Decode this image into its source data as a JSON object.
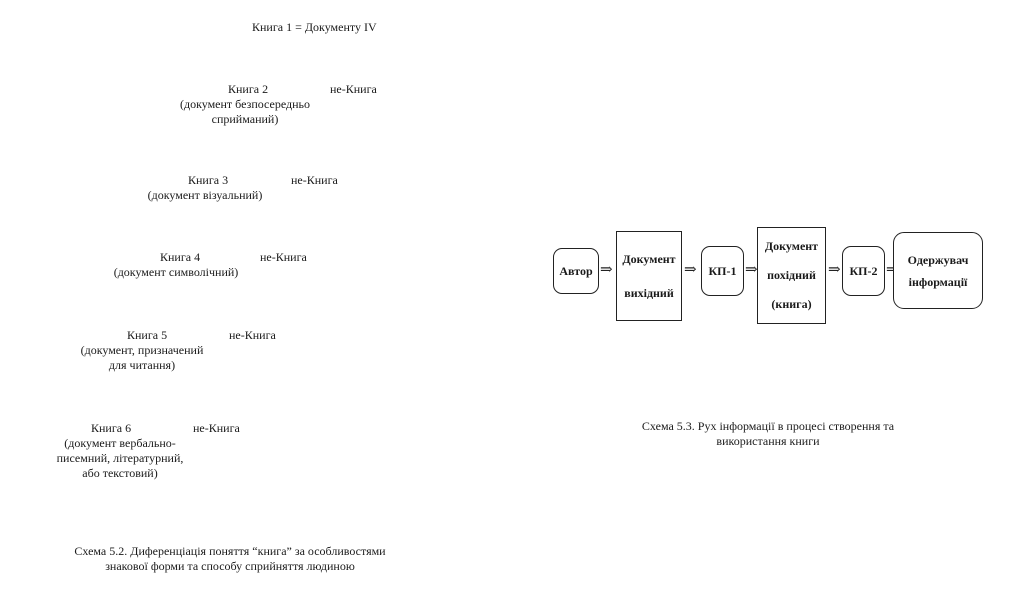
{
  "scheme_52": {
    "top_line": "Книга 1  =  Документу IV",
    "rows": [
      {
        "book": "Книга 2",
        "not_book": "не-Книга",
        "desc": [
          "(документ безпосередньо",
          "сприйманий)"
        ]
      },
      {
        "book": "Книга 3",
        "not_book": "не-Книга",
        "desc": [
          "(документ візуальний)"
        ]
      },
      {
        "book": "Книга 4",
        "not_book": "не-Книга",
        "desc": [
          "(документ символічний)"
        ]
      },
      {
        "book": "Книга 5",
        "not_book": "не-Книга",
        "desc": [
          "(документ, призначений",
          "для читання)"
        ]
      },
      {
        "book": "Книга 6",
        "not_book": "не-Книга",
        "desc": [
          "(документ вербально-",
          "писемний, літературний,",
          "або текстовий)"
        ]
      }
    ],
    "caption": [
      "Схема 5.2. Диференціація поняття “книга” за особливостями",
      "знакової форми та способу сприйняття людиною"
    ]
  },
  "scheme_53": {
    "nodes": {
      "author": "Автор",
      "doc_source": [
        "Документ",
        "вихідний"
      ],
      "kp1": "КП-1",
      "doc_derived": [
        "Документ",
        "похідний",
        "(книга)"
      ],
      "kp2": "КП-2",
      "recipient": [
        "Одержувач",
        "інформації"
      ]
    },
    "arrow": "⇒",
    "caption": [
      "Схема 5.3. Рух інформації в процесі створення та",
      "використання книги"
    ]
  }
}
